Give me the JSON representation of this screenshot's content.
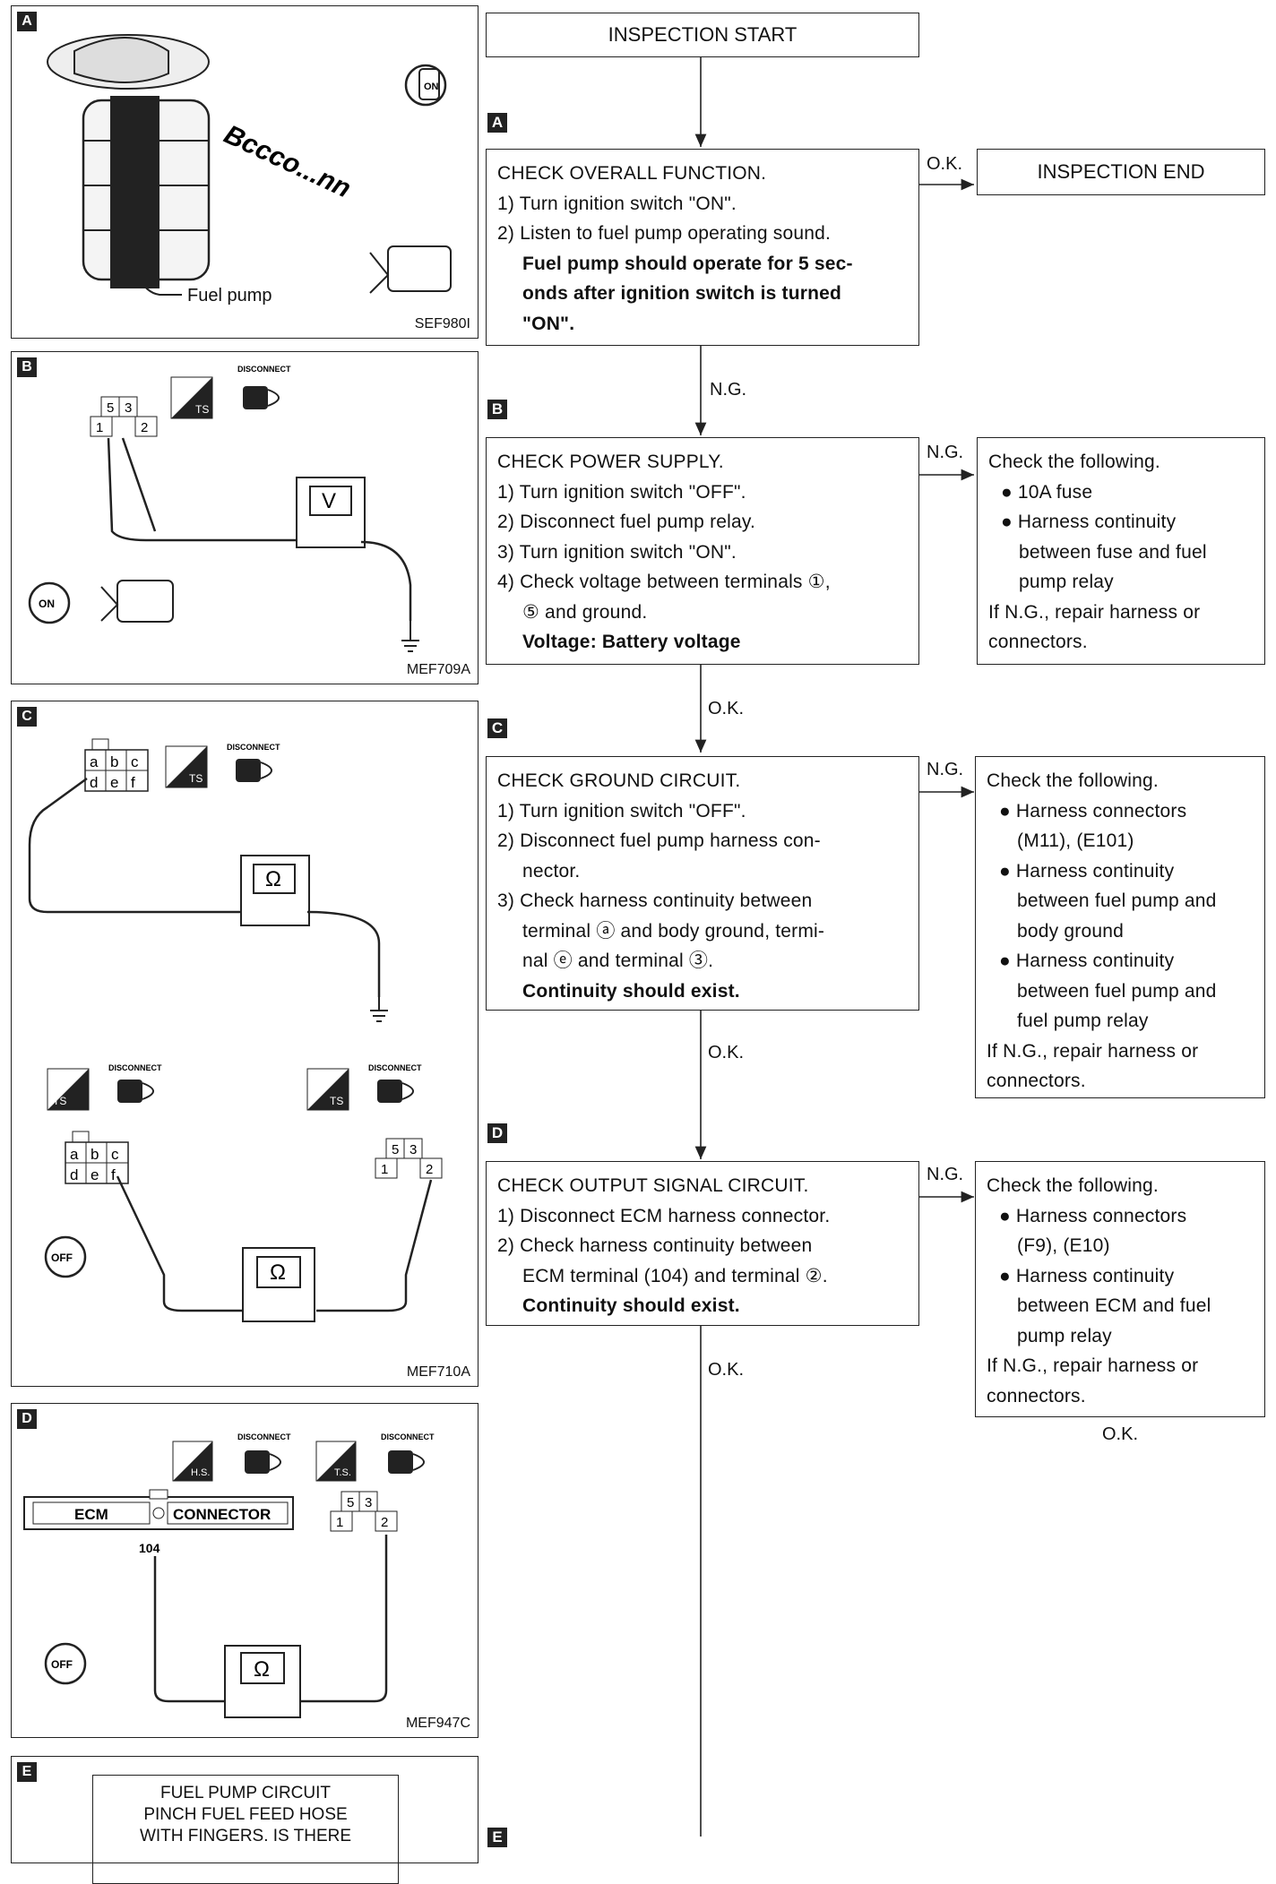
{
  "flow": {
    "start": "INSPECTION START",
    "end": "INSPECTION END",
    "step_labels": [
      "A",
      "B",
      "C",
      "D",
      "E"
    ],
    "ok": "O.K.",
    "ng": "N.G.",
    "stepA": {
      "title": "CHECK OVERALL FUNCTION.",
      "l1": "1) Turn ignition switch \"ON\".",
      "l2": "2) Listen to fuel pump operating sound.",
      "b1": "Fuel pump should operate for 5 sec-",
      "b2": "onds after ignition switch is turned",
      "b3": "\"ON\"."
    },
    "stepB": {
      "title": "CHECK POWER SUPPLY.",
      "l1": "1) Turn ignition switch \"OFF\".",
      "l2": "2) Disconnect fuel pump relay.",
      "l3": "3) Turn ignition switch \"ON\".",
      "l4": "4) Check voltage between terminals ①,",
      "l5": "⑤ and ground.",
      "b1": "Voltage: Battery voltage"
    },
    "ngB": {
      "title": "Check the following.",
      "i1": "● 10A fuse",
      "i2": "● Harness continuity",
      "i2b": "between fuse and fuel",
      "i2c": "pump relay",
      "f1": "If N.G., repair harness or",
      "f2": "connectors."
    },
    "stepC": {
      "title": "CHECK GROUND CIRCUIT.",
      "l1": "1) Turn ignition switch \"OFF\".",
      "l2": "2) Disconnect fuel pump harness con-",
      "l2b": "nector.",
      "l3": "3) Check harness continuity between",
      "l3b": "terminal ⓐ and body ground, termi-",
      "l3c": "nal ⓔ and terminal ③.",
      "b1": "Continuity should exist."
    },
    "ngC": {
      "title": "Check the following.",
      "i1": "● Harness connectors",
      "i1b": "(M11), (E101)",
      "i2": "● Harness continuity",
      "i2b": "between fuel pump and",
      "i2c": "body ground",
      "i3": "● Harness continuity",
      "i3b": "between fuel pump and",
      "i3c": "fuel pump relay",
      "f1": "If N.G., repair harness or",
      "f2": "connectors."
    },
    "stepD": {
      "title": "CHECK OUTPUT SIGNAL CIRCUIT.",
      "l1": "1) Disconnect ECM harness connector.",
      "l2": "2) Check harness continuity between",
      "l2b": "ECM terminal (104) and terminal ②.",
      "b1": "Continuity should exist."
    },
    "ngD": {
      "title": "Check the following.",
      "i1": "● Harness connectors",
      "i1b": "(F9), (E10)",
      "i2": "● Harness continuity",
      "i2b": "between ECM and fuel",
      "i2c": "pump relay",
      "f1": "If N.G., repair harness or",
      "f2": "connectors."
    }
  },
  "figures": {
    "A": {
      "label": "Fuel pump",
      "sound": "Bccco...nn",
      "switch": "ON",
      "code": "SEF980I"
    },
    "B": {
      "meter": "V",
      "switch": "ON",
      "disconnect": "DISCONNECT",
      "ts": "TS",
      "code": "MEF709A",
      "t5": "5",
      "t3": "3",
      "t1": "1",
      "t2": "2"
    },
    "C": {
      "meter": "Ω",
      "disconnect": "DISCONNECT",
      "ts": "TS",
      "switch": "OFF",
      "code": "MEF710A",
      "cells": [
        "a",
        "b",
        "c",
        "d",
        "e",
        "f"
      ],
      "t5": "5",
      "t3": "3",
      "t1": "1",
      "t2": "2"
    },
    "D": {
      "meter": "Ω",
      "disconnect": "DISCONNECT",
      "hs": "H.S.",
      "ts": "T.S.",
      "ecm": "ECM",
      "connector": "CONNECTOR",
      "pin": "104",
      "switch": "OFF",
      "code": "MEF947C",
      "t5": "5",
      "t3": "3",
      "t1": "1",
      "t2": "2"
    },
    "E": {
      "title": "FUEL PUMP CIRCUIT",
      "line1": "PINCH FUEL FEED HOSE",
      "line2": "WITH FINGERS. IS THERE"
    }
  }
}
